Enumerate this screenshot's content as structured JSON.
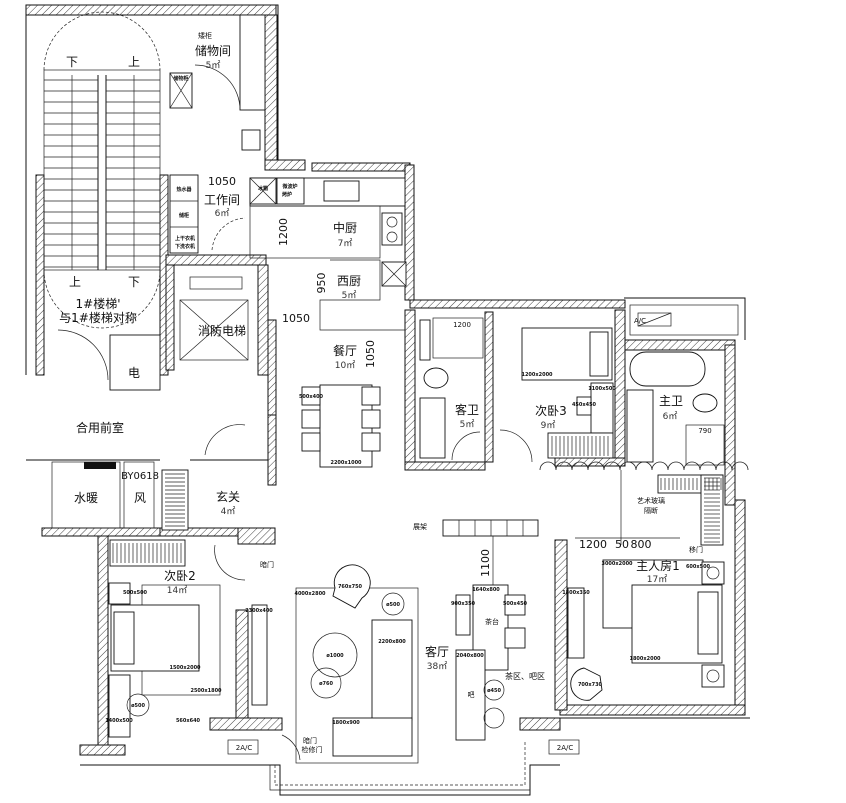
{
  "plan": {
    "rooms": {
      "storage": {
        "name": "储物间",
        "area": "5㎡"
      },
      "workroom": {
        "name": "工作间",
        "area": "6㎡"
      },
      "middle_kitchen": {
        "name": "中厨",
        "area": "7㎡"
      },
      "western_kitchen": {
        "name": "西厨",
        "area": "5㎡"
      },
      "dining": {
        "name": "餐厅",
        "area": "10㎡"
      },
      "fire_elevator": {
        "name": "消防电梯"
      },
      "stair": {
        "line1": "1#楼梯'",
        "line2": "与1#楼梯对称"
      },
      "electric": {
        "name": "电"
      },
      "shared_lobby": {
        "name": "合用前室"
      },
      "plumbing": {
        "name": "水暖"
      },
      "wind": {
        "name": "风"
      },
      "entry": {
        "name": "玄关",
        "area": "4㎡"
      },
      "bedroom2": {
        "name": "次卧2",
        "area": "14㎡"
      },
      "living": {
        "name": "客厅",
        "area": "38㎡"
      },
      "guest_bath": {
        "name": "客卫",
        "area": "5㎡"
      },
      "bedroom3": {
        "name": "次卧3",
        "area": "9㎡"
      },
      "master_bath": {
        "name": "主卫",
        "area": "6㎡"
      },
      "master_bedroom": {
        "name": "主人房1",
        "area": "17㎡"
      }
    },
    "stair_marks": {
      "down_top": "下",
      "up_top": "上",
      "up_bottom": "上",
      "down_bottom": "下"
    },
    "notes": {
      "low_cabinet": "矮柜",
      "storage_cabinet": "储物柜",
      "water_heater": "热水器",
      "cabinet": "储柜",
      "dryer": "上干衣机",
      "washer": "下洗衣机",
      "fridge": "冰箱",
      "oven": "微波炉",
      "oven2": "烤炉",
      "window_code": "BY0618",
      "hidden_door_1": "暗门",
      "hidden_door_2": "暗门",
      "access_door": "检修门",
      "display_shelf": "展架",
      "tea_table": "茶台",
      "tea_bar_zone": "茶区、吧区",
      "bar": "吧",
      "art_glass": "艺术玻璃",
      "partition": "隔断",
      "sliding_door": "移门",
      "ac_1": "2A/C",
      "ac_2": "2A/C",
      "ac_3": "A/C"
    },
    "dimensions": {
      "workroom_width": "1050",
      "kitchen_depth": "1200",
      "west_kitchen_depth": "950",
      "dining_passage": "1050",
      "dining_depth": "1050",
      "guest_bath_width": "1200",
      "shelf_gap": "1100",
      "master_a": "1200",
      "master_b": "50",
      "master_c": "800",
      "master_bath_shower": "790"
    },
    "furniture": {
      "dining_table": "2200x1000",
      "chair": "500x400",
      "bed3": "1200x2000",
      "desk3": "1100x500",
      "stool3": "450x450",
      "bed2": "1500x2000",
      "rug2": "2500x1800",
      "nightstand2a": "500x500",
      "desk2": "1400x500",
      "tv2": "2300x400",
      "side_table2": "ø500",
      "chair2": "560x640",
      "living_rug": "4000x2800",
      "armchair": "760x750",
      "side_table": "ø500",
      "coffee_big": "ø1000",
      "coffee_small": "ø760",
      "sofa_long": "2200x800",
      "sofa_short": "1800x900",
      "tea_table": "1640x800",
      "tea_stool1": "900x350",
      "tea_stool2": "500x450",
      "bar_counter": "2040x800",
      "bar_stool": "ø450",
      "master_bed": "1800x2000",
      "master_rug": "3000x2000",
      "master_nightstand": "600x500",
      "master_tv": "1800x350",
      "master_chair": "700x730"
    }
  }
}
